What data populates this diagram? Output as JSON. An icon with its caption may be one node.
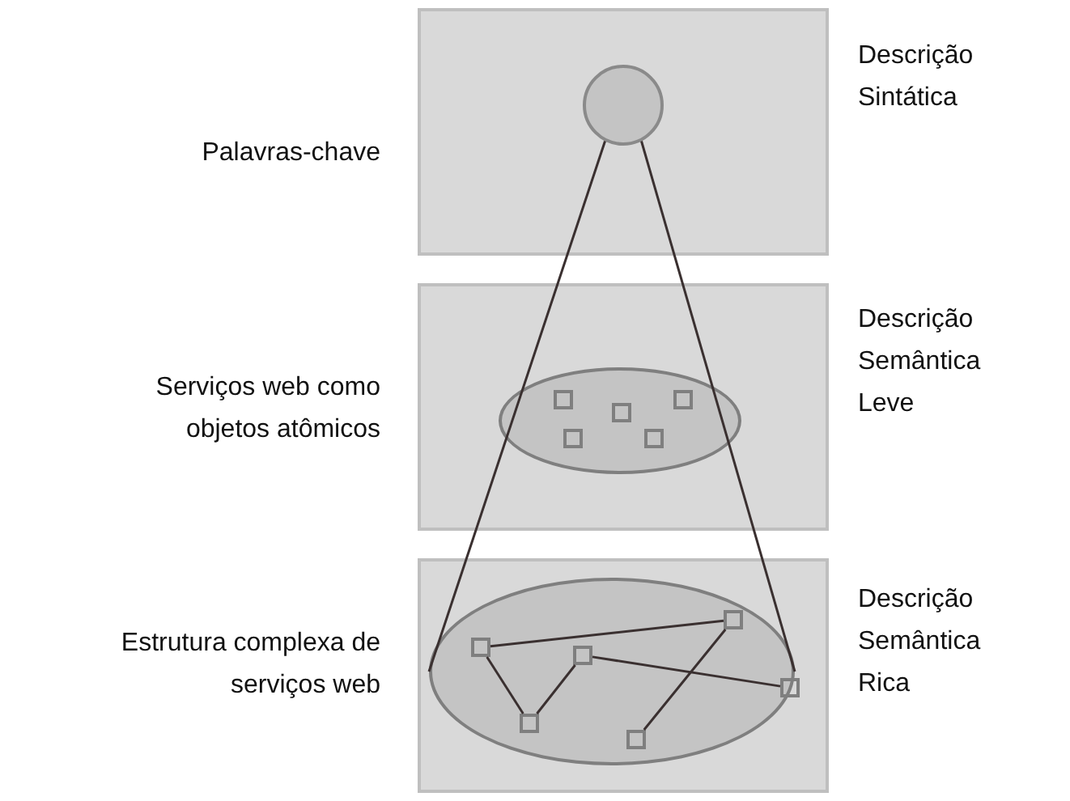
{
  "diagram": {
    "nodes": [
      {
        "text": [],
        "shape": "box",
        "beside": [
          "Palavras-chave",
          "Descrição Sintática"
        ]
      },
      {
        "text": [],
        "shape": "circle",
        "in": 0
      },
      {
        "text": [],
        "shape": "box",
        "beside": [
          "Serviços web como objetos atômicos",
          "Descrição Semântica Leve"
        ]
      },
      {
        "text": [],
        "shape": "ellipse",
        "in": 2
      },
      {
        "text": [],
        "shape": "box",
        "in": 3
      },
      {
        "text": [],
        "shape": "box",
        "in": 3
      },
      {
        "text": [],
        "shape": "box",
        "in": 3
      },
      {
        "text": [],
        "shape": "box",
        "in": 3
      },
      {
        "text": [],
        "shape": "box",
        "in": 3
      },
      {
        "text": [],
        "shape": "box",
        "beside": [
          "Estrutura complexa de serviços web",
          "Descrição Semântica Rica"
        ]
      },
      {
        "text": [],
        "shape": "ellipse",
        "in": 9
      },
      {
        "text": [],
        "shape": "box",
        "in": 10
      },
      {
        "text": [],
        "shape": "box",
        "in": 10
      },
      {
        "text": [],
        "shape": "box",
        "in": 10
      },
      {
        "text": [],
        "shape": "box",
        "in": 10
      },
      {
        "text": [],
        "shape": "box",
        "in": 10
      },
      {
        "text": [],
        "shape": "box",
        "in": 10
      }
    ],
    "edges": [
      {
        "from": 1,
        "to": 10,
        "arrow": "none"
      },
      {
        "from": 1,
        "to": 10,
        "arrow": "none"
      },
      {
        "from": 11,
        "to": 15,
        "arrow": "none"
      },
      {
        "from": 11,
        "to": 12,
        "arrow": "none"
      },
      {
        "from": 12,
        "to": 13,
        "arrow": "none"
      },
      {
        "from": 13,
        "to": 16,
        "arrow": "none"
      },
      {
        "from": 14,
        "to": 15,
        "arrow": "none"
      }
    ]
  }
}
